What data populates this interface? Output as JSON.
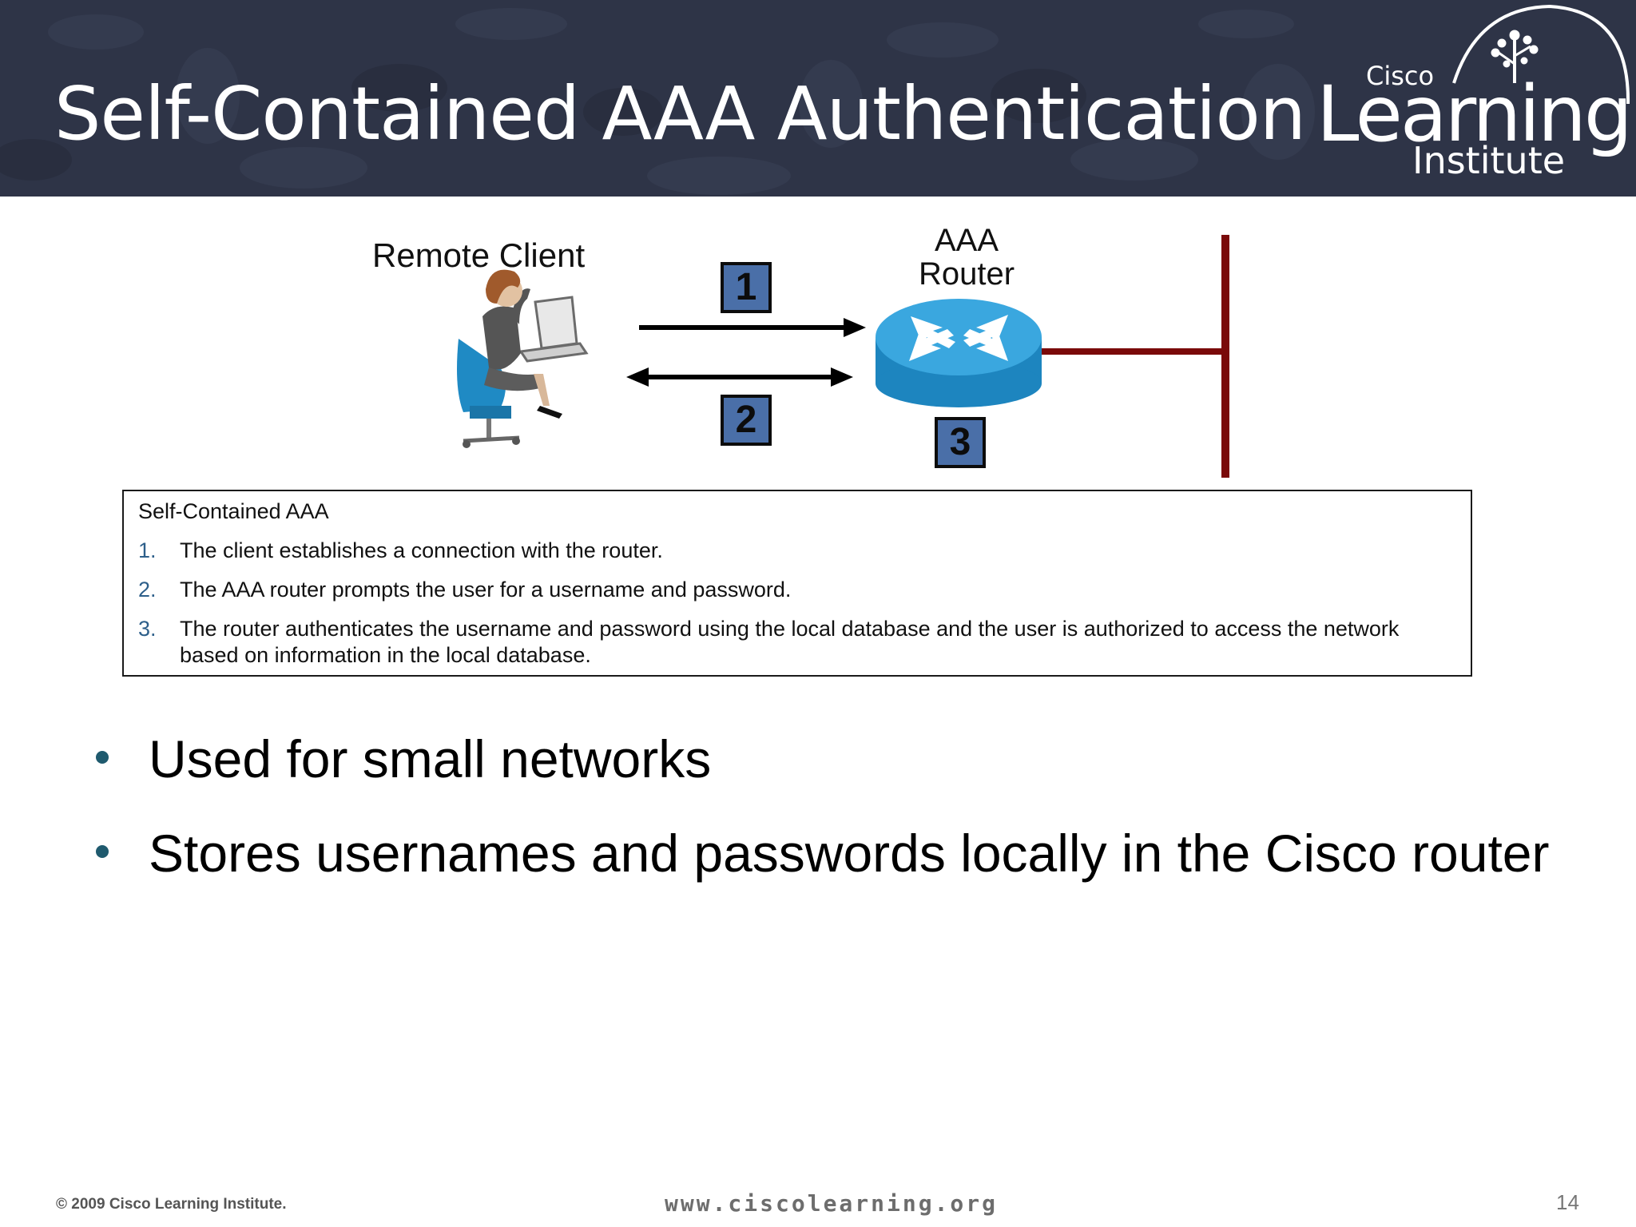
{
  "header": {
    "title": "Self-Contained AAA Authentication",
    "logo": {
      "cisco": "Cisco",
      "learning": "Learning",
      "institute": "Institute",
      "icon": "tree-icon"
    },
    "colors": {
      "banner": "#2e3447",
      "title_text": "#ffffff"
    }
  },
  "diagram": {
    "client_label": "Remote Client",
    "router_label_line1": "AAA",
    "router_label_line2": "Router",
    "steps": [
      "1",
      "2",
      "3"
    ],
    "colors": {
      "router": "#2f9ad3",
      "network_link": "#7a0a0a",
      "step_box": "#4a6fa8"
    }
  },
  "legend": {
    "title": "Self-Contained AAA",
    "items": [
      {
        "num": "1.",
        "text": "The client establishes a connection with the router."
      },
      {
        "num": "2.",
        "text": "The AAA router prompts the user for a username and password."
      },
      {
        "num": "3.",
        "text": "The router authenticates the username and password using the local database and the user is authorized to access the network based on information in the local database."
      }
    ]
  },
  "bullets": [
    "Used for small networks",
    "Stores usernames and passwords locally in the Cisco router"
  ],
  "footer": {
    "copyright": "© 2009 Cisco Learning Institute.",
    "url": "www.ciscolearning.org",
    "page": "14"
  }
}
